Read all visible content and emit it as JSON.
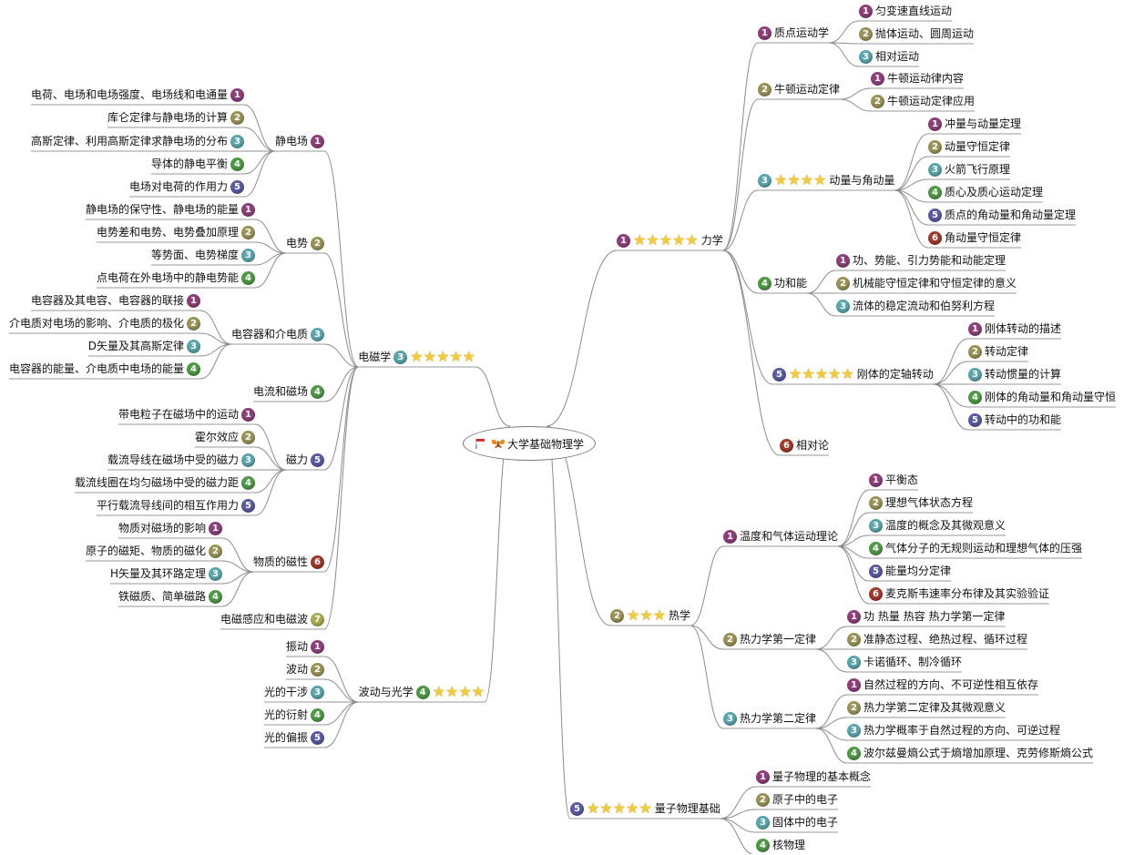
{
  "root": {
    "label": "大学基础物理学",
    "icons": [
      "flag-icon",
      "butterfly-icon"
    ]
  },
  "branches": [
    {
      "id": "mech",
      "label": "力学",
      "num": 1,
      "stars": 5,
      "side": "right",
      "children": [
        {
          "label": "质点运动学",
          "num": 1,
          "children": [
            {
              "label": "匀变速直线运动",
              "num": 1
            },
            {
              "label": "抛体运动、圆周运动",
              "num": 2
            },
            {
              "label": "相对运动",
              "num": 3
            }
          ]
        },
        {
          "label": "牛顿运动定律",
          "num": 2,
          "children": [
            {
              "label": "牛顿运动律内容",
              "num": 1
            },
            {
              "label": "牛顿运动定律应用",
              "num": 2
            }
          ]
        },
        {
          "label": "动量与角动量",
          "num": 3,
          "stars": 4,
          "children": [
            {
              "label": "冲量与动量定理",
              "num": 1
            },
            {
              "label": "动量守恒定律",
              "num": 2
            },
            {
              "label": "火箭飞行原理",
              "num": 3
            },
            {
              "label": "质心及质心运动定理",
              "num": 4
            },
            {
              "label": "质点的角动量和角动量定理",
              "num": 5
            },
            {
              "label": "角动量守恒定律",
              "num": 6
            }
          ]
        },
        {
          "label": "功和能",
          "num": 4,
          "children": [
            {
              "label": "功、势能、引力势能和动能定理",
              "num": 1
            },
            {
              "label": "机械能守恒定律和守恒定律的意义",
              "num": 2
            },
            {
              "label": "流体的稳定流动和伯努利方程",
              "num": 3
            }
          ]
        },
        {
          "label": "刚体的定轴转动",
          "num": 5,
          "stars": 5,
          "children": [
            {
              "label": "刚体转动的描述",
              "num": 1
            },
            {
              "label": "转动定律",
              "num": 2
            },
            {
              "label": "转动惯量的计算",
              "num": 3
            },
            {
              "label": "刚体的角动量和角动量守恒",
              "num": 4
            },
            {
              "label": "转动中的功和能",
              "num": 5
            }
          ]
        },
        {
          "label": "相对论",
          "num": 6,
          "children": []
        }
      ]
    },
    {
      "id": "heat",
      "label": "热学",
      "num": 2,
      "stars": 3,
      "side": "right",
      "children": [
        {
          "label": "温度和气体运动理论",
          "num": 1,
          "children": [
            {
              "label": "平衡态",
              "num": 1
            },
            {
              "label": "理想气体状态方程",
              "num": 2
            },
            {
              "label": "温度的概念及其微观意义",
              "num": 3
            },
            {
              "label": "气体分子的无规则运动和理想气体的压强",
              "num": 4
            },
            {
              "label": "能量均分定律",
              "num": 5
            },
            {
              "label": "麦克斯韦速率分布律及其实验验证",
              "num": 6
            }
          ]
        },
        {
          "label": "热力学第一定律",
          "num": 2,
          "children": [
            {
              "label": "功   热量   热容   热力学第一定律",
              "num": 1
            },
            {
              "label": "准静态过程、绝热过程、循环过程",
              "num": 2
            },
            {
              "label": "卡诺循环、制冷循环",
              "num": 3
            }
          ]
        },
        {
          "label": "热力学第二定律",
          "num": 3,
          "children": [
            {
              "label": "自然过程的方向、不可逆性相互依存",
              "num": 1
            },
            {
              "label": "热力学第二定律及其微观意义",
              "num": 2
            },
            {
              "label": "热力学概率于自然过程的方向、可逆过程",
              "num": 3
            },
            {
              "label": "波尔兹曼熵公式于熵增加原理、克劳修斯熵公式",
              "num": 4
            }
          ]
        }
      ]
    },
    {
      "id": "quantum",
      "label": "量子物理基础",
      "num": 5,
      "stars": 5,
      "side": "right",
      "children": [
        {
          "label": "量子物理的基本概念",
          "num": 1,
          "children": []
        },
        {
          "label": "原子中的电子",
          "num": 2,
          "children": []
        },
        {
          "label": "固体中的电子",
          "num": 3,
          "children": []
        },
        {
          "label": "核物理",
          "num": 4,
          "children": []
        }
      ]
    },
    {
      "id": "em",
      "label": "电磁学",
      "num": 3,
      "stars": 5,
      "side": "left",
      "children": [
        {
          "label": "静电场",
          "num": 1,
          "children": [
            {
              "label": "电荷、电场和电场强度、电场线和电通量",
              "num": 1
            },
            {
              "label": "库仑定律与静电场的计算",
              "num": 2
            },
            {
              "label": "高斯定律、利用高斯定律求静电场的分布",
              "num": 3
            },
            {
              "label": "导体的静电平衡",
              "num": 4
            },
            {
              "label": "电场对电荷的作用力",
              "num": 5
            }
          ]
        },
        {
          "label": "电势",
          "num": 2,
          "children": [
            {
              "label": "静电场的保守性、静电场的能量",
              "num": 1
            },
            {
              "label": "电势差和电势、电势叠加原理",
              "num": 2
            },
            {
              "label": "等势面、电势梯度",
              "num": 3
            },
            {
              "label": "点电荷在外电场中的静电势能",
              "num": 4
            }
          ]
        },
        {
          "label": "电容器和介电质",
          "num": 3,
          "children": [
            {
              "label": "电容器及其电容、电容器的联接",
              "num": 1
            },
            {
              "label": "介电质对电场的影响、介电质的极化",
              "num": 2
            },
            {
              "label": "D矢量及其高斯定律",
              "num": 3
            },
            {
              "label": "电容器的能量、介电质中电场的能量",
              "num": 4
            }
          ]
        },
        {
          "label": "电流和磁场",
          "num": 4,
          "children": []
        },
        {
          "label": "磁力",
          "num": 5,
          "children": [
            {
              "label": "带电粒子在磁场中的运动",
              "num": 1
            },
            {
              "label": "霍尔效应",
              "num": 2
            },
            {
              "label": "载流导线在磁场中受的磁力",
              "num": 3
            },
            {
              "label": "载流线圈在均匀磁场中受的磁力距",
              "num": 4
            },
            {
              "label": "平行载流导线间的相互作用力",
              "num": 5
            }
          ]
        },
        {
          "label": "物质的磁性",
          "num": 6,
          "children": [
            {
              "label": "物质对磁场的影响",
              "num": 1
            },
            {
              "label": "原子的磁矩、物质的磁化",
              "num": 2
            },
            {
              "label": "H矢量及其环路定理",
              "num": 3
            },
            {
              "label": "铁磁质、简单磁路",
              "num": 4
            }
          ]
        },
        {
          "label": "电磁感应和电磁波",
          "num": 7,
          "children": []
        }
      ]
    },
    {
      "id": "wave",
      "label": "波动与光学",
      "num": 4,
      "stars": 4,
      "side": "left",
      "children": [
        {
          "label": "振动",
          "num": 1,
          "children": []
        },
        {
          "label": "波动",
          "num": 2,
          "children": []
        },
        {
          "label": "光的干涉",
          "num": 3,
          "children": []
        },
        {
          "label": "光的衍射",
          "num": 4,
          "children": []
        },
        {
          "label": "光的偏振",
          "num": 5,
          "children": []
        }
      ]
    }
  ]
}
